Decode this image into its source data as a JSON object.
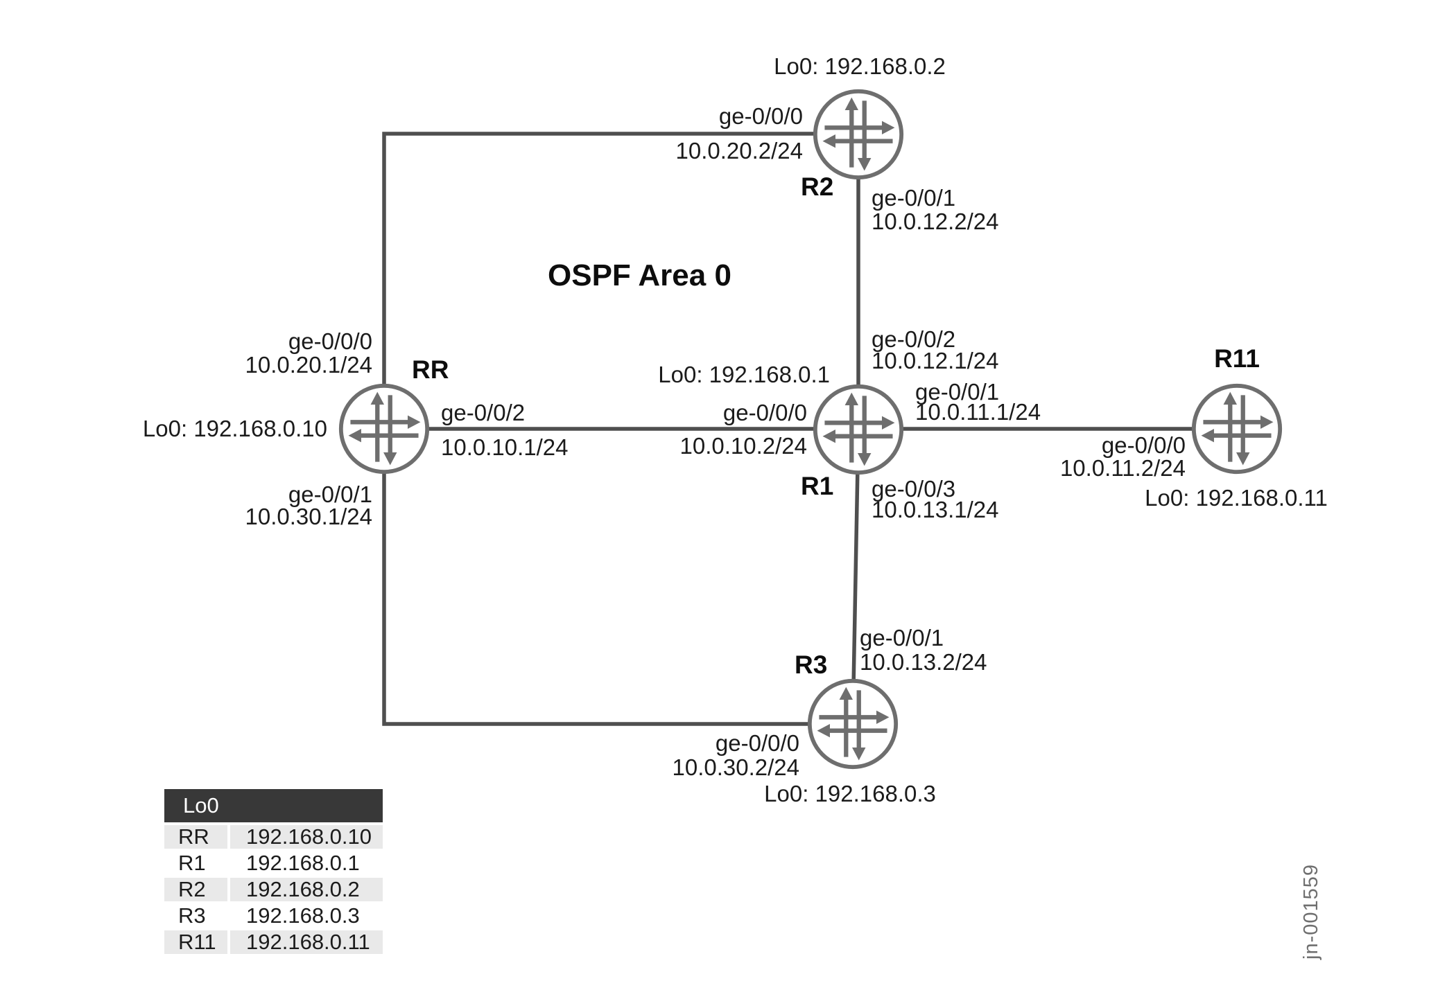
{
  "area_label": "OSPF Area 0",
  "watermark": "jn-001559",
  "colors": {
    "link": "#4f4f4f",
    "router_icon": "#6e6e6e",
    "table_header_bg": "#383838",
    "table_alt_row_bg": "#e9e9e9",
    "text": "#1b1b1b"
  },
  "routers": {
    "rr": {
      "name": "RR",
      "loopback": "Lo0: 192.168.0.10"
    },
    "r1": {
      "name": "R1",
      "loopback": "Lo0: 192.168.0.1"
    },
    "r2": {
      "name": "R2",
      "loopback": "Lo0: 192.168.0.2"
    },
    "r3": {
      "name": "R3",
      "loopback": "Lo0: 192.168.0.3"
    },
    "r11": {
      "name": "R11",
      "loopback": "Lo0: 192.168.0.11"
    }
  },
  "interfaces": {
    "rr_ge000": {
      "port": "ge-0/0/0",
      "ip": "10.0.20.1/24"
    },
    "rr_ge002": {
      "port": "ge-0/0/2",
      "ip": "10.0.10.1/24"
    },
    "rr_ge001": {
      "port": "ge-0/0/1",
      "ip": "10.0.30.1/24"
    },
    "r2_ge000": {
      "port": "ge-0/0/0",
      "ip": "10.0.20.2/24"
    },
    "r2_ge001": {
      "port": "ge-0/0/1",
      "ip": "10.0.12.2/24"
    },
    "r1_ge002": {
      "port": "ge-0/0/2",
      "ip": "10.0.12.1/24"
    },
    "r1_ge000": {
      "port": "ge-0/0/0",
      "ip": "10.0.10.2/24"
    },
    "r1_ge001": {
      "port": "ge-0/0/1",
      "ip": "10.0.11.1/24"
    },
    "r1_ge003": {
      "port": "ge-0/0/3",
      "ip": "10.0.13.1/24"
    },
    "r3_ge001": {
      "port": "ge-0/0/1",
      "ip": "10.0.13.2/24"
    },
    "r3_ge000": {
      "port": "ge-0/0/0",
      "ip": "10.0.30.2/24"
    },
    "r11_ge000": {
      "port": "ge-0/0/0",
      "ip": "10.0.11.2/24"
    }
  },
  "lo0_table": {
    "header": "Lo0",
    "rows": [
      {
        "router": "RR",
        "address": "192.168.0.10"
      },
      {
        "router": "R1",
        "address": "192.168.0.1"
      },
      {
        "router": "R2",
        "address": "192.168.0.2"
      },
      {
        "router": "R3",
        "address": "192.168.0.3"
      },
      {
        "router": "R11",
        "address": "192.168.0.11"
      }
    ]
  }
}
